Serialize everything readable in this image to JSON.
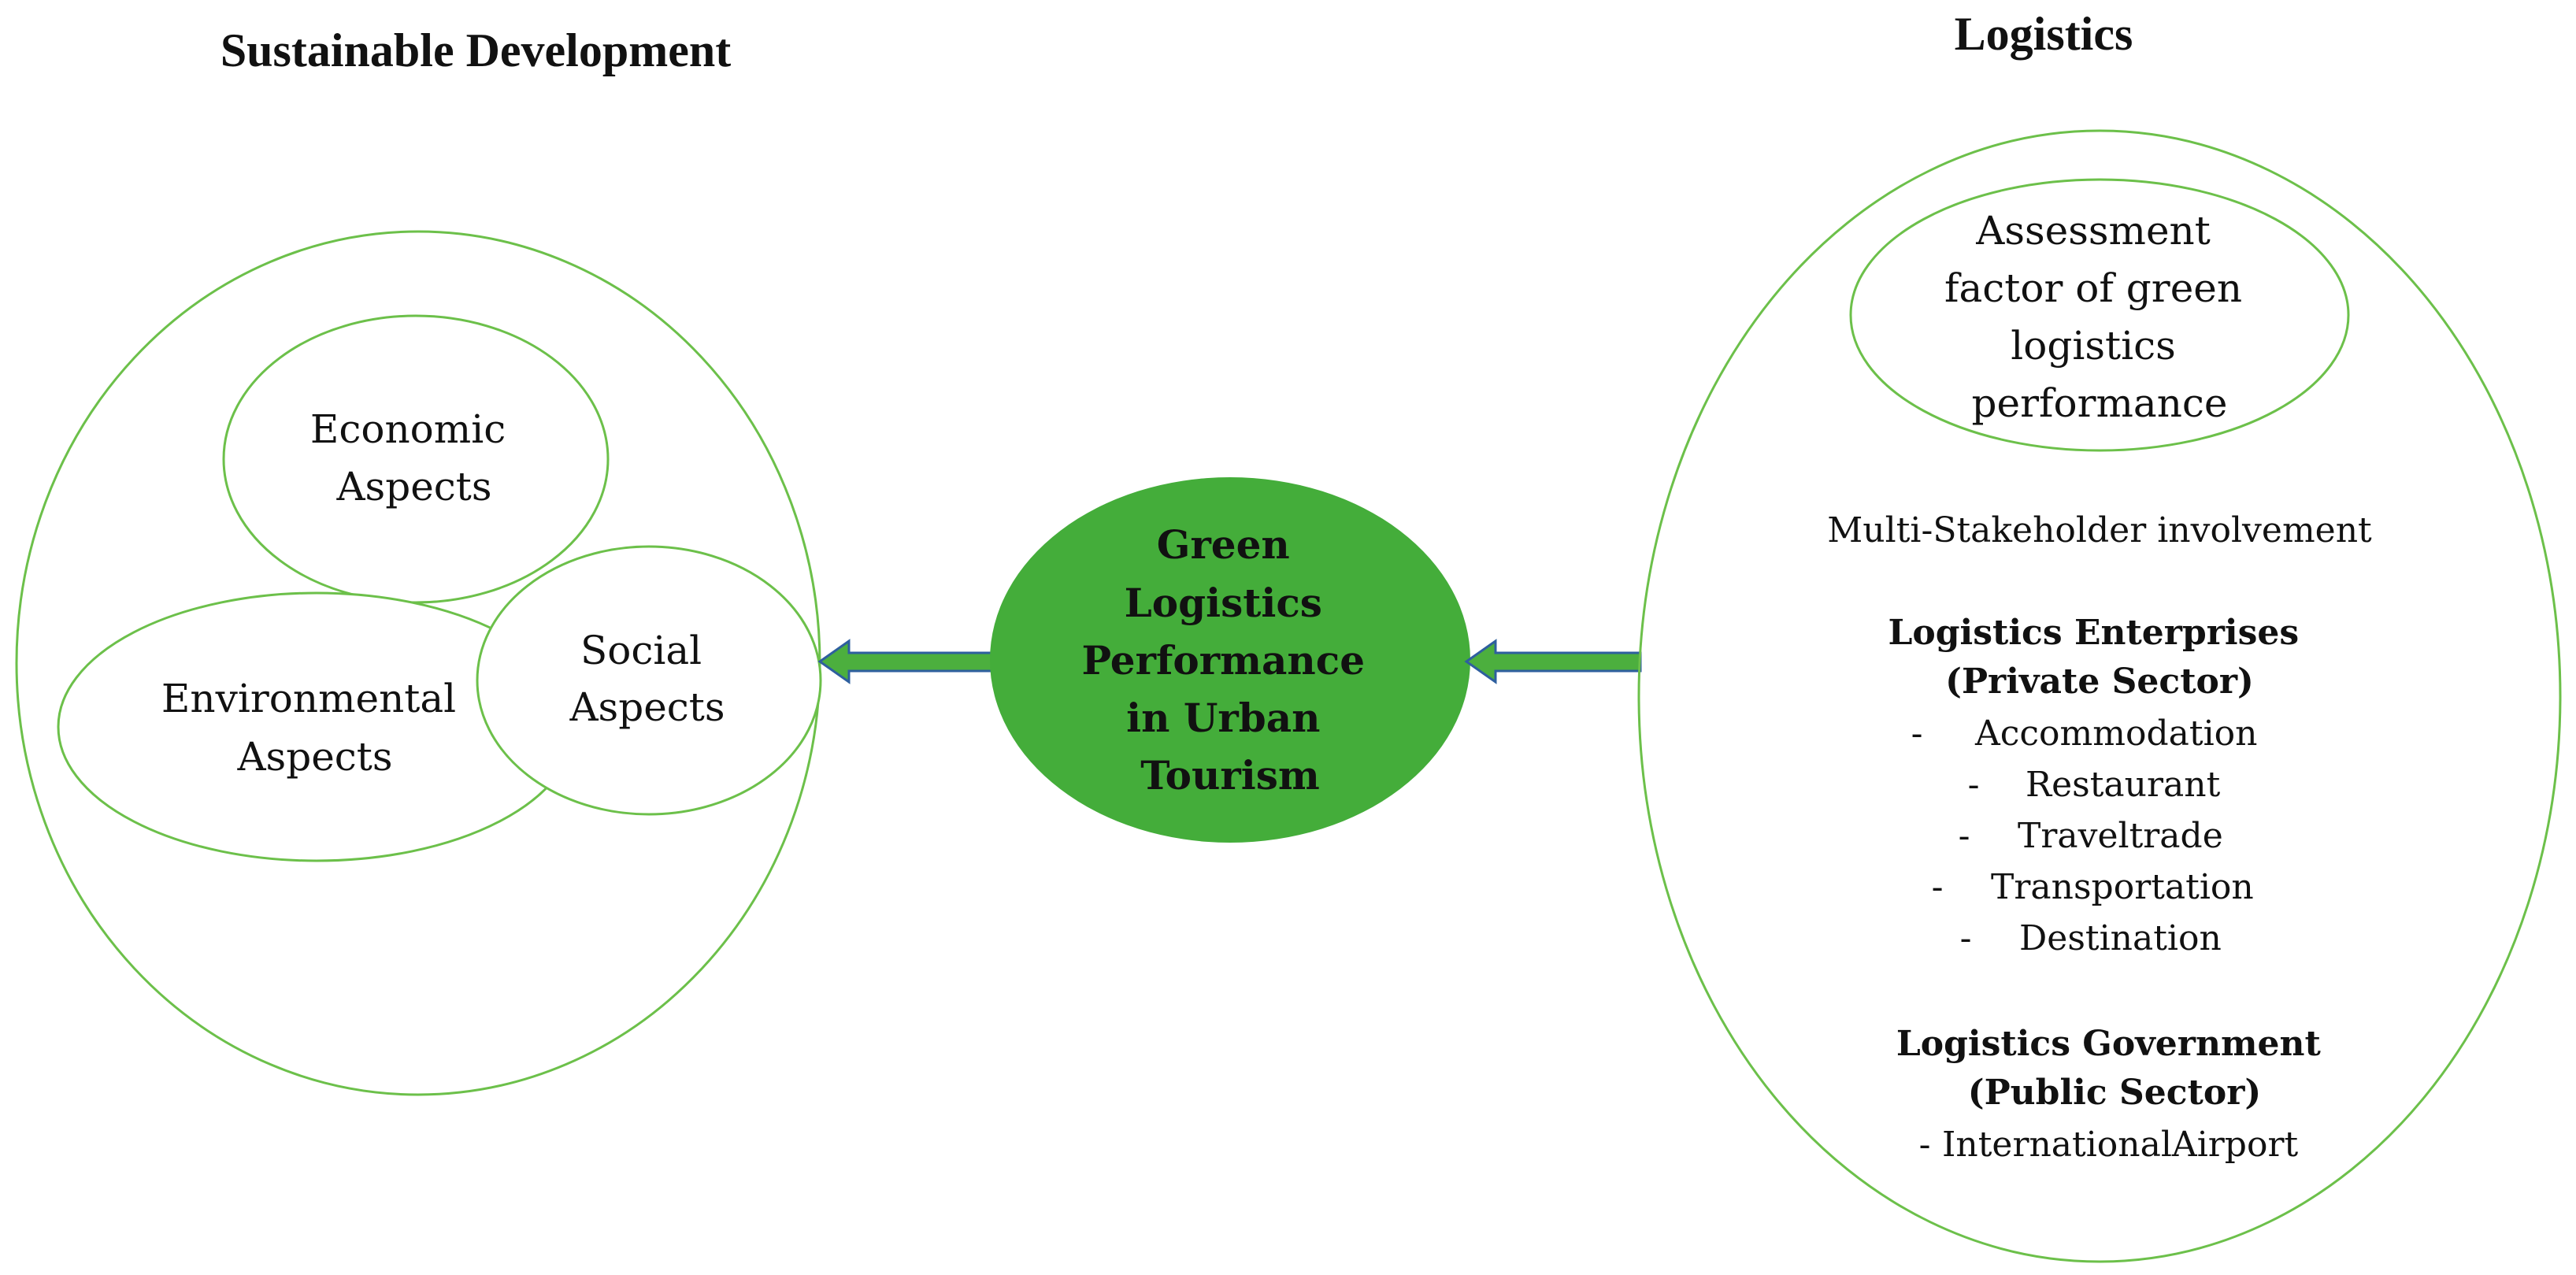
{
  "headings": {
    "left": "Sustainable Development",
    "right": "Logistics"
  },
  "sustainable": {
    "economic": [
      "Economic",
      "Aspects"
    ],
    "environmental": [
      "Environmental",
      "Aspects"
    ],
    "social": [
      "Social",
      "Aspects"
    ]
  },
  "center": {
    "lines": [
      "Green",
      "Logistics",
      "Performance",
      "in Urban",
      "Tourism"
    ]
  },
  "logistics": {
    "assessment": [
      "Assessment",
      "factor of green",
      "logistics",
      "performance"
    ],
    "stakeholder": "Multi-Stakeholder involvement",
    "private_heading": [
      "Logistics Enterprises",
      "(Private Sector)"
    ],
    "private_items": [
      "Accommodation",
      "Restaurant",
      "Traveltrade",
      "Transportation",
      "Destination"
    ],
    "public_heading": [
      "Logistics Government",
      "(Public Sector)"
    ],
    "public_items": [
      "InternationalAirport"
    ],
    "bullet": "-"
  },
  "colors": {
    "outline_green": "#6cc04a",
    "hub_green": "#44ad3a",
    "arrow_fill": "#4caf3e",
    "arrow_border": "#2e5f9e"
  }
}
